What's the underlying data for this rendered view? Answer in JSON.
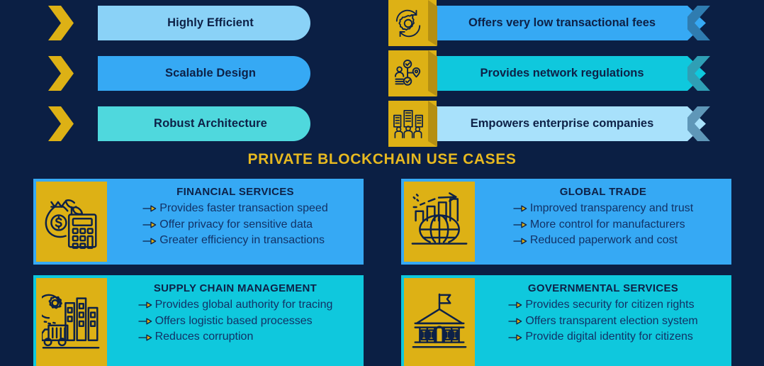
{
  "background_color": "#0b1f44",
  "palette": {
    "gold": "#ddb115",
    "gold_dark": "#b58f12",
    "light_blue": "#8ad2f7",
    "mid_blue": "#36a9f4",
    "cyan": "#2ed8e0",
    "teal": "#0fc8dd",
    "pale_cyan": "#4fd8dd",
    "navy_text": "#0d2147",
    "title_gold": "#e7b920",
    "notch_shade": "#4a8cbe"
  },
  "banners": {
    "left_column": [
      {
        "label": "Highly Efficient",
        "bar_color": "#8ad2f7",
        "icon": "monitor-network-icon"
      },
      {
        "label": "Scalable Design",
        "bar_color": "#36a9f4",
        "icon": "scalable-nodes-icon"
      },
      {
        "label": "Robust Architecture",
        "bar_color": "#4fd8dd",
        "icon": "gear-in-hand-icon"
      }
    ],
    "right_column": [
      {
        "label": "Offers very low transactional fees",
        "bar_color": "#36a9f4",
        "notch_color": "#2f7cb0",
        "icon": "gear-cycle-icon"
      },
      {
        "label": "Provides network regulations",
        "bar_color": "#0fc8dd",
        "notch_color": "#2f9fb5",
        "icon": "network-approval-icon"
      },
      {
        "label": "Empowers enterprise companies",
        "bar_color": "#a8e1fb",
        "notch_color": "#5f97b8",
        "icon": "enterprise-buildings-icon"
      }
    ]
  },
  "section": {
    "title": "PRIVATE BLOCKCHAIN USE CASES"
  },
  "use_cases": [
    {
      "title": "FINANCIAL SERVICES",
      "body_color": "#36a9f4",
      "icon": "money-bag-calculator-icon",
      "points": [
        "Provides faster transaction speed",
        "Offer privacy for sensitive data",
        "Greater efficiency in transactions"
      ]
    },
    {
      "title": "GLOBAL TRADE",
      "body_color": "#36a9f4",
      "icon": "globe-growth-chart-icon",
      "points": [
        "Improved transparency and trust",
        "More control for manufacturers",
        "Reduced paperwork and cost"
      ]
    },
    {
      "title": "SUPPLY CHAIN MANAGEMENT",
      "body_color": "#0fc8dd",
      "icon": "factory-truck-icon",
      "points": [
        "Provides global authority for tracing",
        "Offers logistic based processes",
        "Reduces corruption"
      ]
    },
    {
      "title": "GOVERNMENTAL SERVICES",
      "body_color": "#0fc8dd",
      "icon": "government-building-icon",
      "points": [
        "Provides security for citizen rights",
        "Offers transparent election system",
        "Provide digital identity for citizens"
      ]
    }
  ]
}
